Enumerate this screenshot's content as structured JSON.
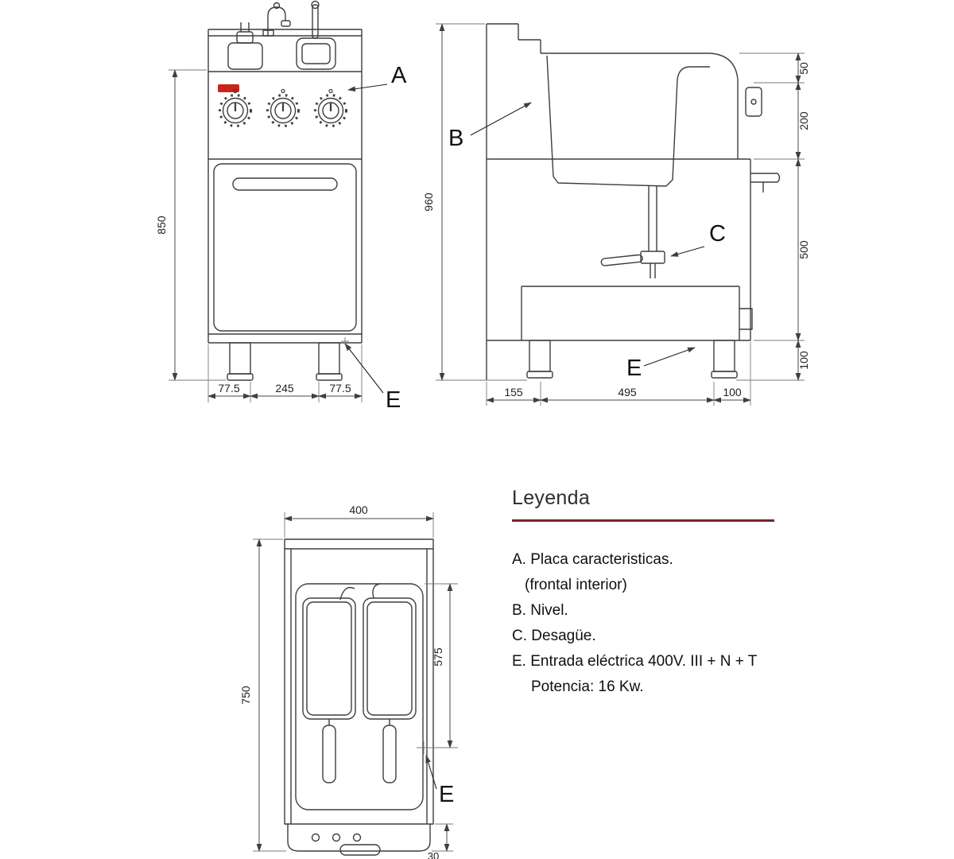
{
  "drawing": {
    "front": {
      "dim_height": "850",
      "dims_bottom": [
        "77.5",
        "245",
        "77.5"
      ]
    },
    "side": {
      "dim_height": "960",
      "dims_right": [
        "50",
        "200",
        "500",
        "100"
      ],
      "dims_bottom": [
        "155",
        "495",
        "100"
      ]
    },
    "top": {
      "dim_width": "400",
      "dim_depth": "750",
      "dim_inner": "575",
      "dim_front": "30"
    }
  },
  "callouts": {
    "a": "A",
    "b": "B",
    "c": "C",
    "e": "E"
  },
  "legend": {
    "title": "Leyenda",
    "items": [
      {
        "text": "A. Placa caracteristicas."
      },
      {
        "text": "(frontal interior)"
      },
      {
        "text": "B. Nivel."
      },
      {
        "text": "C. Desagüe."
      },
      {
        "text": "E. Entrada eléctrica 400V. III + N + T"
      },
      {
        "text": "Potencia: 16 Kw."
      }
    ]
  },
  "colors": {
    "line": "#3d3d3d",
    "accent": "#7d222b",
    "logo": "#c9251c"
  }
}
